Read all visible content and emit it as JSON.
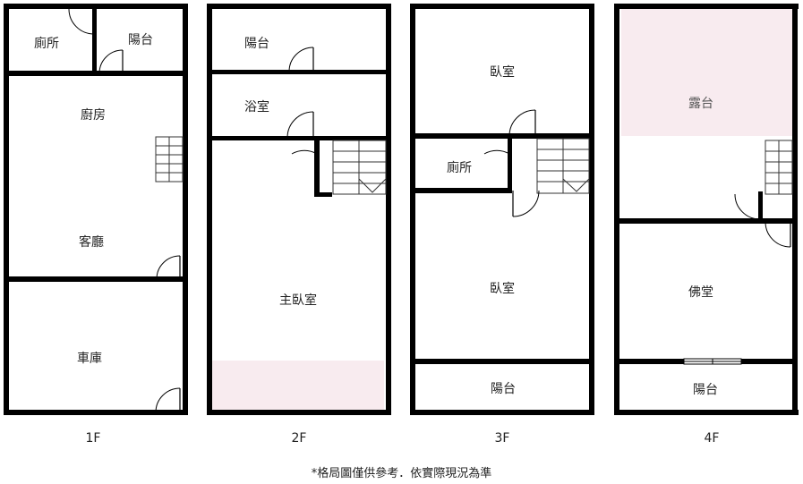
{
  "floors": [
    {
      "label": "1F",
      "rooms": [
        "廁所",
        "陽台",
        "廚房",
        "客廳",
        "車庫"
      ]
    },
    {
      "label": "2F",
      "rooms": [
        "陽台",
        "浴室",
        "主臥室"
      ]
    },
    {
      "label": "3F",
      "rooms": [
        "臥室",
        "廁所",
        "臥室",
        "陽台"
      ]
    },
    {
      "label": "4F",
      "rooms": [
        "露台",
        "佛堂",
        "陽台"
      ]
    }
  ],
  "disclaimer": "*格局圖僅供參考．依實際現況為準",
  "colors": {
    "wall": "#000000",
    "terrace_fill": "#f8ebef",
    "background": "#ffffff"
  }
}
